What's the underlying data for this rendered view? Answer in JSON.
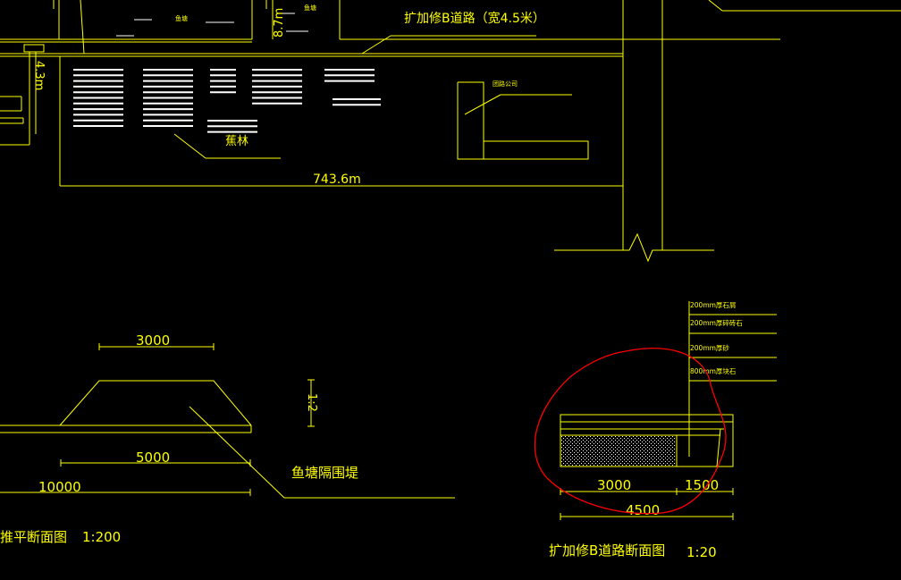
{
  "drawing": {
    "labels": {
      "road_top": "扩加修B道路（宽4.5米）",
      "dim_743": "743.6m",
      "dim_87": "8.7m",
      "dim_43": "4.3m",
      "company": "团路公司",
      "banana": "蕉林",
      "tiny_left": "鱼塘",
      "tiny_right": "鱼塘"
    },
    "embankment": {
      "dim_top": "3000",
      "dim_bottom": "5000",
      "dim_base": "10000",
      "slope": "1:2",
      "leader_label": "鱼塘隔围堤",
      "title": "推平断面图",
      "scale": "1:200"
    },
    "road_section": {
      "layer_1": "200mm厚石屑",
      "layer_2": "200mm厚碎砖石",
      "layer_3": "200mm厚砂",
      "layer_4": "800mm厚块石",
      "dim_left": "3000",
      "dim_right": "1500",
      "dim_total": "4500",
      "title": "扩加修B道路断面图",
      "scale": "1:20"
    },
    "colors": {
      "background": "#000000",
      "lines": "#ffff00",
      "hatching": "#ffffff",
      "markup": "#ff0000"
    }
  }
}
